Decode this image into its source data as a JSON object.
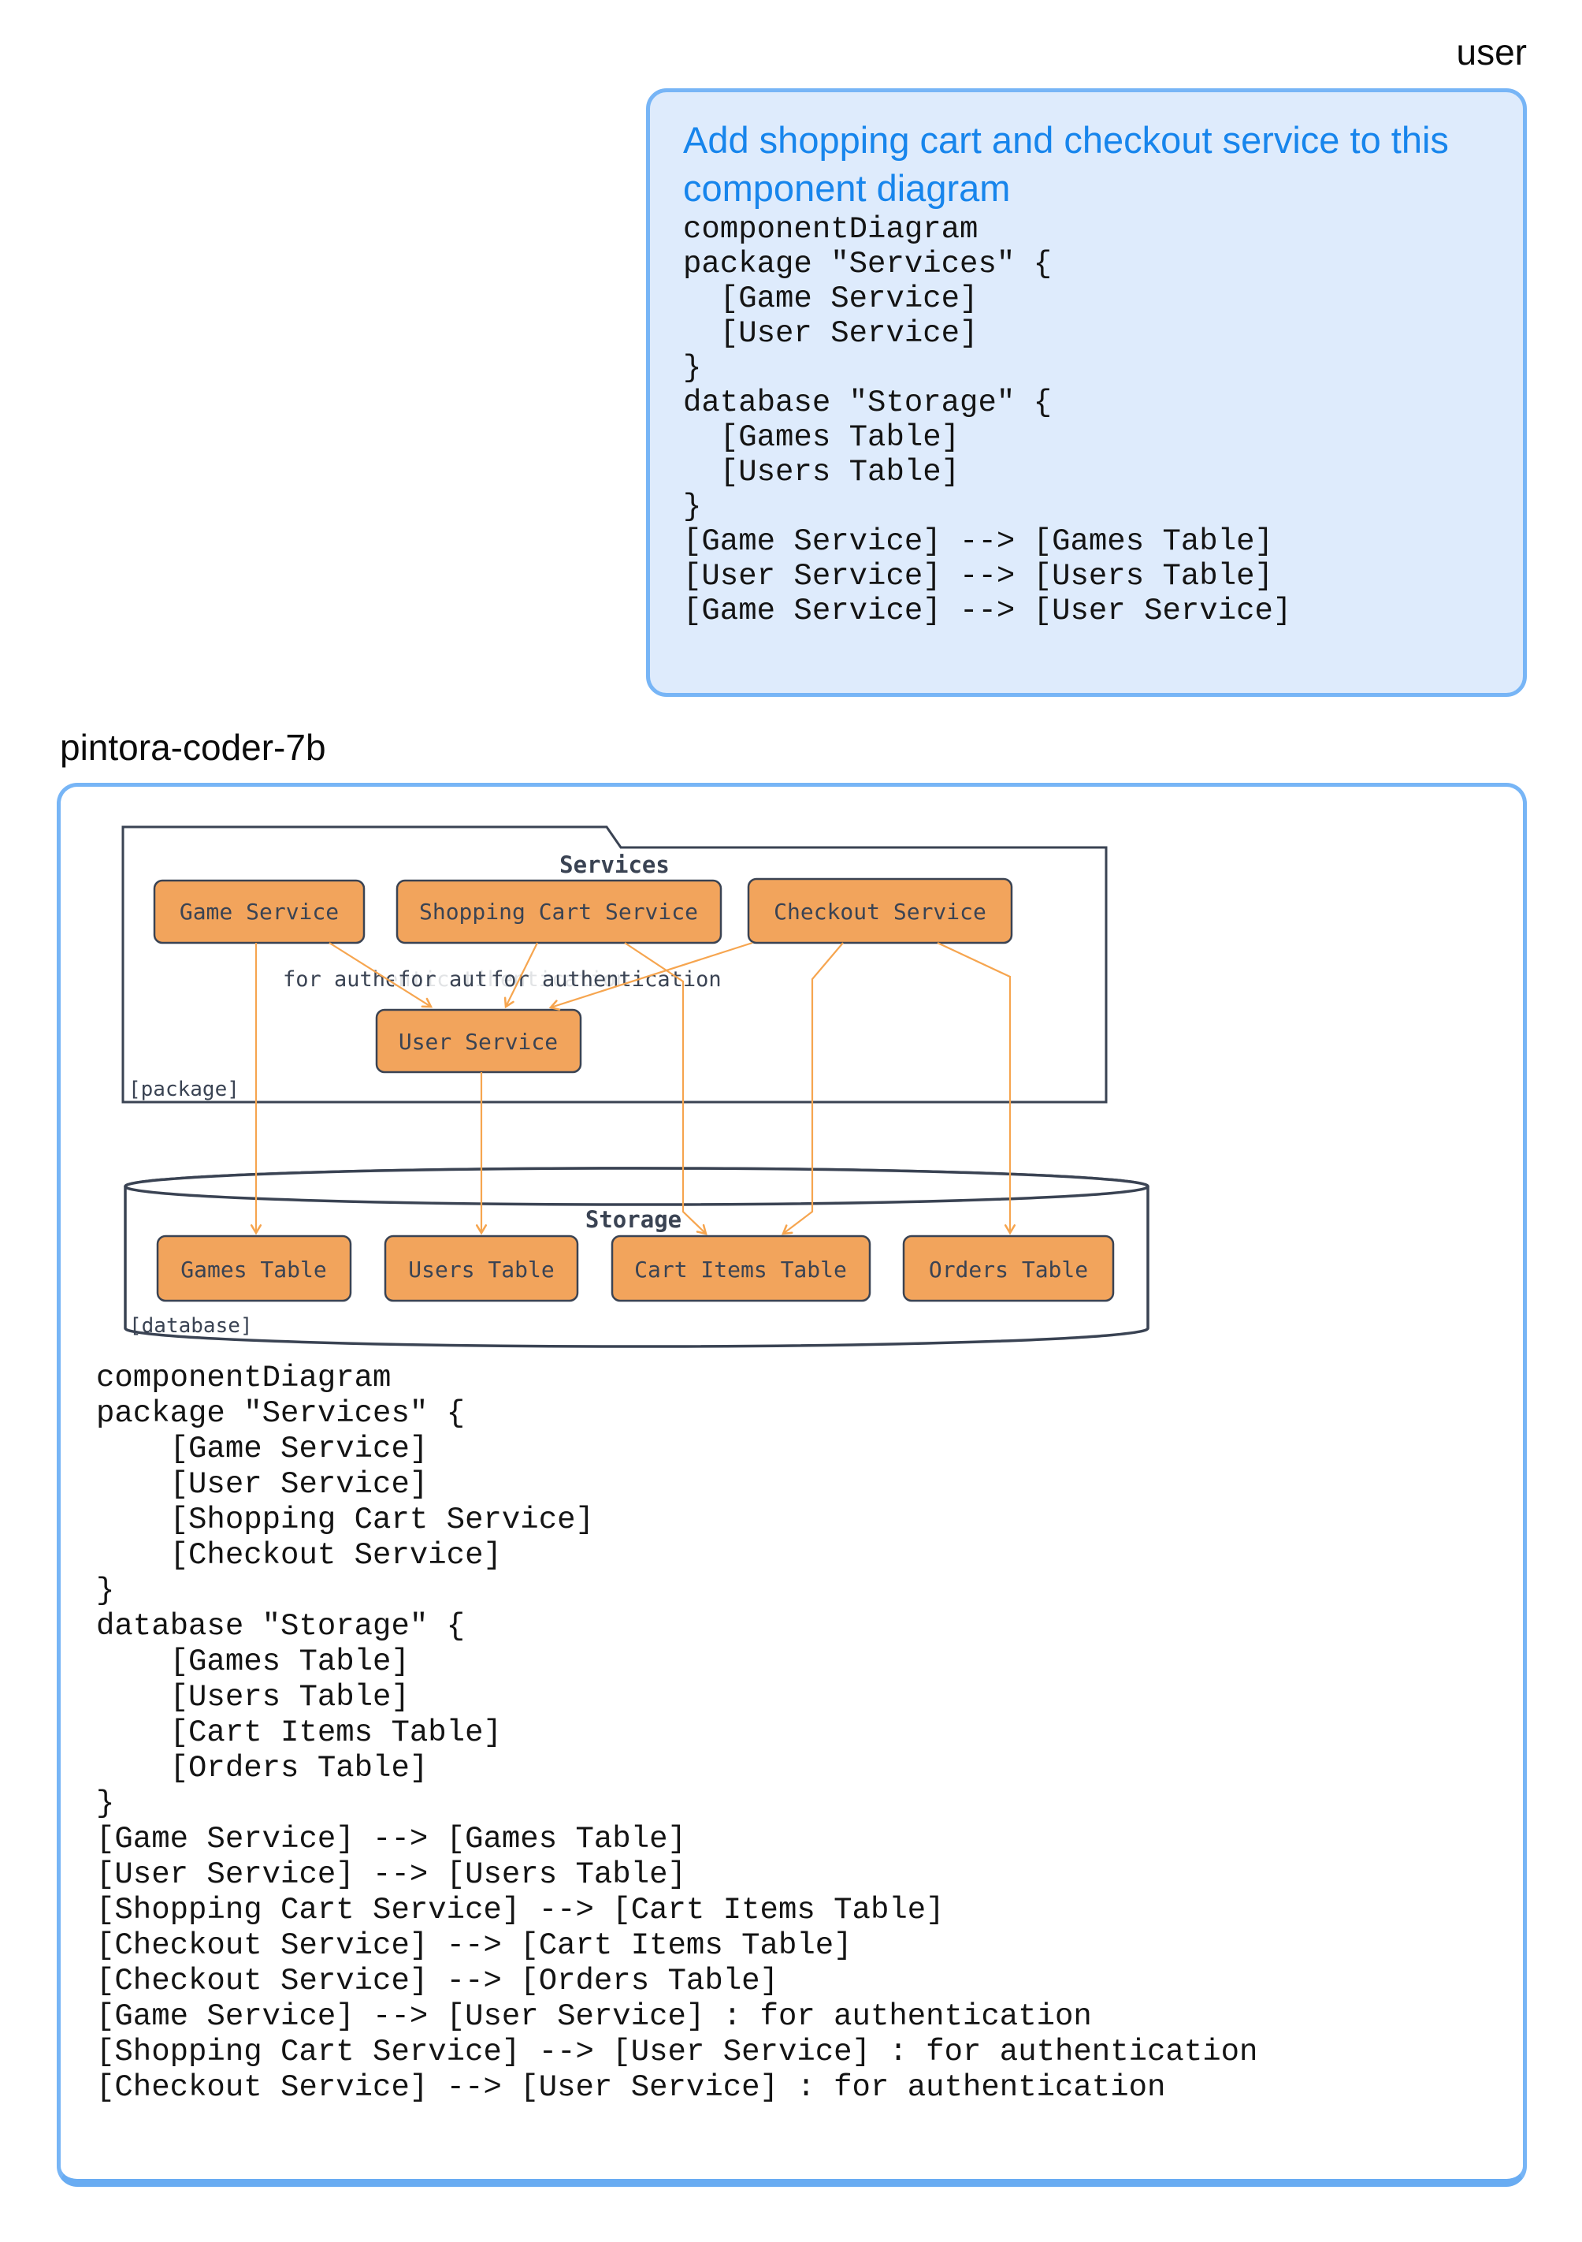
{
  "page": {
    "user_label": "user",
    "model_label": "pintora-coder-7b"
  },
  "user_message": {
    "title": "Add shopping cart and checkout service to this component diagram",
    "code": "componentDiagram\npackage \"Services\" {\n  [Game Service]\n  [User Service]\n}\ndatabase \"Storage\" {\n  [Games Table]\n  [Users Table]\n}\n[Game Service] --> [Games Table]\n[User Service] --> [Users Table]\n[Game Service] --> [User Service]"
  },
  "response": {
    "diagram": {
      "package_title": "Services",
      "package_stereotype": "[package]",
      "db_title": "Storage",
      "db_stereotype": "[database]",
      "edge_label": "for authentication",
      "nodes": {
        "game": "Game Service",
        "cart": "Shopping Cart Service",
        "checkout": "Checkout Service",
        "user": "User Service",
        "games_table": "Games Table",
        "users_table": "Users Table",
        "cart_items_table": "Cart Items Table",
        "orders_table": "Orders Table"
      }
    },
    "code": "componentDiagram\npackage \"Services\" {\n    [Game Service]\n    [User Service]\n    [Shopping Cart Service]\n    [Checkout Service]\n}\ndatabase \"Storage\" {\n    [Games Table]\n    [Users Table]\n    [Cart Items Table]\n    [Orders Table]\n}\n[Game Service] --> [Games Table]\n[User Service] --> [Users Table]\n[Shopping Cart Service] --> [Cart Items Table]\n[Checkout Service] --> [Cart Items Table]\n[Checkout Service] --> [Orders Table]\n[Game Service] --> [User Service] : for authentication\n[Shopping Cart Service] --> [User Service] : for authentication\n[Checkout Service] --> [User Service] : for authentication"
  },
  "colors": {
    "accent_blue_text": "#1785EC",
    "bubble_border": "#77B5F6",
    "bubble_border_bottom": "#69ACF2",
    "user_bubble_bg": "#DEEBFC",
    "node_fill": "#F2A45C",
    "node_stroke": "#3A4353",
    "edge_orange": "#F6A54F"
  }
}
